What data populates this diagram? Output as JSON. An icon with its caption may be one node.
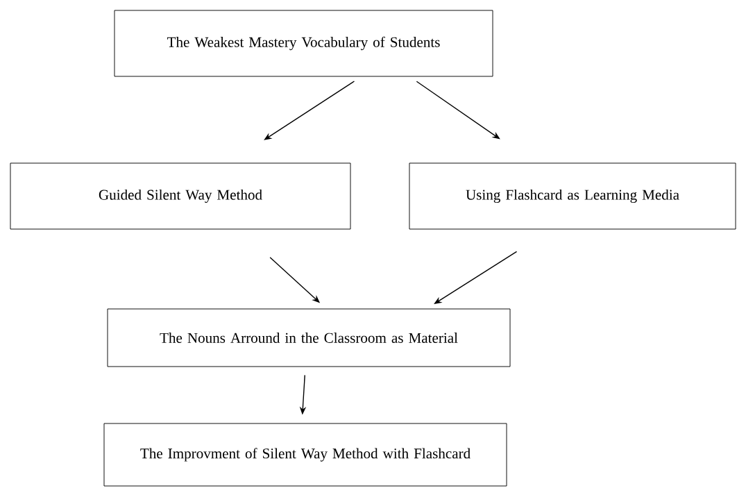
{
  "diagram": {
    "nodes": [
      {
        "text": [
          "The Weakest Mastery Vocabulary of Students"
        ]
      },
      {
        "text": [
          "Guided Silent Way Method"
        ]
      },
      {
        "text": [
          "Using Flashcard as Learning Media"
        ]
      },
      {
        "text": [
          "The Nouns Arround in the Classroom as Material"
        ]
      },
      {
        "text": [
          "The Improvment of Silent Way Method with Flashcard"
        ]
      }
    ],
    "edges": [
      {
        "from": 0,
        "to": 1,
        "arrow": "to"
      },
      {
        "from": 0,
        "to": 2,
        "arrow": "to"
      },
      {
        "from": 1,
        "to": 3,
        "arrow": "to"
      },
      {
        "from": 2,
        "to": 3,
        "arrow": "to"
      },
      {
        "from": 3,
        "to": 4,
        "arrow": "to"
      }
    ]
  }
}
